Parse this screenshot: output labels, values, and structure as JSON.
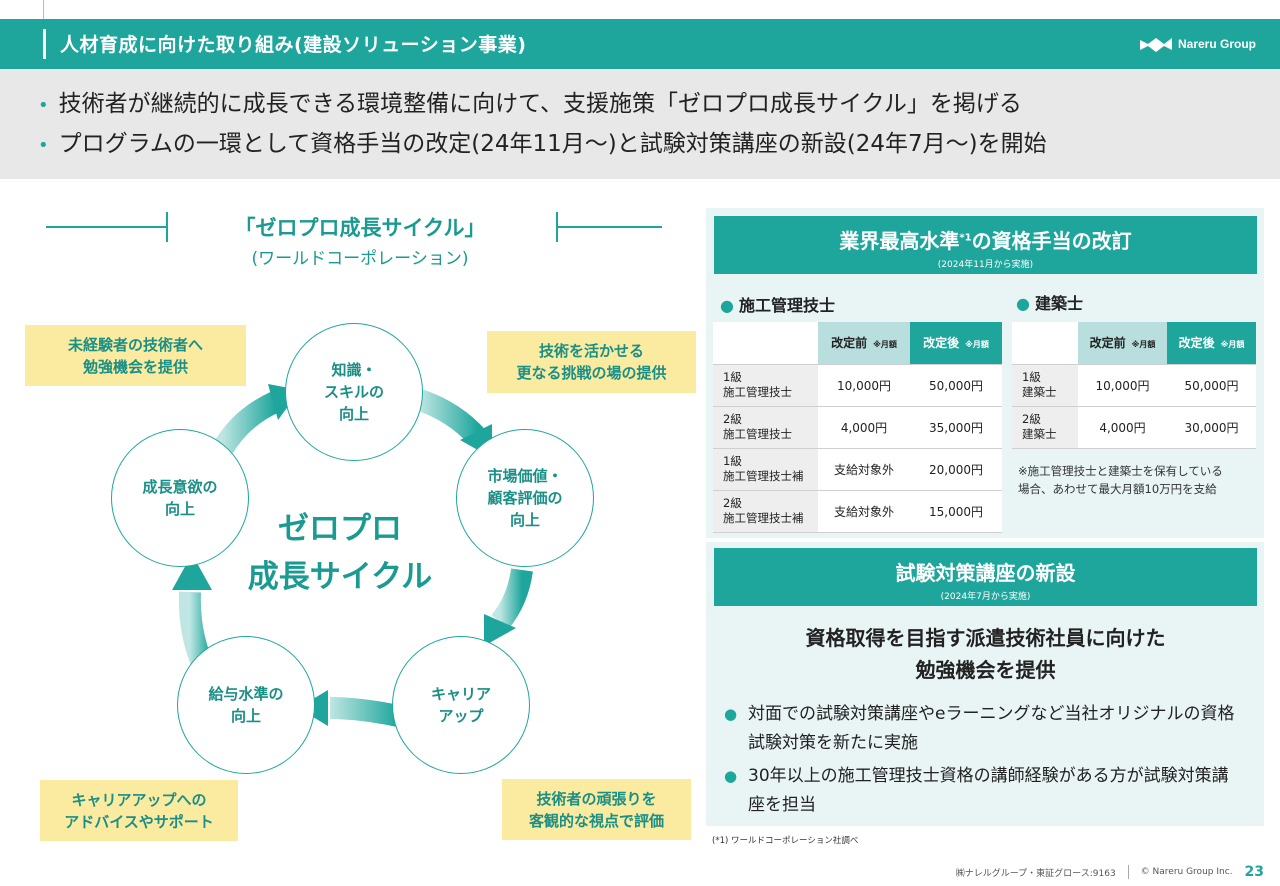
{
  "header": {
    "title": "人材育成に向けた取り組み(建設ソリューション事業)",
    "logo_text": "Nareru Group"
  },
  "summary": [
    "技術者が継続的に成長できる環境整備に向けて、支援施策「ゼロプロ成長サイクル」を掲げる",
    "プログラムの一環として資格手当の改定(24年11月～)と試験対策講座の新設(24年7月～)を開始"
  ],
  "cycle": {
    "title": "「ゼロプロ成長サイクル」",
    "subtitle": "(ワールドコーポレーション)",
    "center": [
      "ゼロプロ",
      "成長サイクル"
    ],
    "nodes": {
      "top": [
        "知識・",
        "スキルの",
        "向上"
      ],
      "right": [
        "市場価値・",
        "顧客評価の",
        "向上"
      ],
      "bottom_right": [
        "キャリア",
        "アップ"
      ],
      "bottom_left": [
        "給与水準の",
        "向上"
      ],
      "left": [
        "成長意欲の",
        "向上"
      ]
    },
    "notes": {
      "top_left": [
        "未経験者の技術者へ",
        "勉強機会を提供"
      ],
      "top_right": [
        "技術を活かせる",
        "更なる挑戦の場の提供"
      ],
      "bottom_left": [
        "キャリアアップへの",
        "アドバイスやサポート"
      ],
      "bottom_right": [
        "技術者の頑張りを",
        "客観的な視点で評価"
      ]
    }
  },
  "allowance": {
    "title": "業界最高水準",
    "title_sup": "*1",
    "title_rest": "の資格手当の改訂",
    "sub": "(2024年11月から実施)",
    "col_before": "改定前",
    "col_after": "改定後",
    "col_note": "※月額",
    "sekou": {
      "label": "施工管理技士",
      "rows": [
        {
          "l1": "1級",
          "l2": "施工管理技士",
          "before": "10,000円",
          "after": "50,000円"
        },
        {
          "l1": "2級",
          "l2": "施工管理技士",
          "before": "4,000円",
          "after": "35,000円"
        },
        {
          "l1": "1級",
          "l2": "施工管理技士補",
          "before": "支給対象外",
          "after": "20,000円"
        },
        {
          "l1": "2級",
          "l2": "施工管理技士補",
          "before": "支給対象外",
          "after": "15,000円"
        }
      ]
    },
    "kenchiku": {
      "label": "建築士",
      "rows": [
        {
          "l1": "1級",
          "l2": "建築士",
          "before": "10,000円",
          "after": "50,000円"
        },
        {
          "l1": "2級",
          "l2": "建築士",
          "before": "4,000円",
          "after": "30,000円"
        }
      ]
    },
    "note_l1": "※施工管理技士と建築士を保有している",
    "note_l2": "場合、あわせて最大月額10万円を支給"
  },
  "study": {
    "title": "試験対策講座の新設",
    "sub": "(2024年7月から実施)",
    "headline_l1": "資格取得を目指す派遣技術社員に向けた",
    "headline_l2": "勉強機会を提供",
    "items": [
      "対面での試験対策講座やeラーニングなど当社オリジナルの資格試験対策を新たに実施",
      "30年以上の施工管理技士資格の講師経験がある方が試験対策講座を担当"
    ]
  },
  "footnote": "(*1) ワールドコーポレーション社調べ",
  "footer": {
    "company": "㈱ナレルグループ・東証グロース:9163",
    "copyright": "© Nareru Group Inc.",
    "page": "23"
  },
  "colors": {
    "accent": "#1ea69c",
    "note_bg": "#fbeba0",
    "panel_bg": "#e9f4f4"
  }
}
